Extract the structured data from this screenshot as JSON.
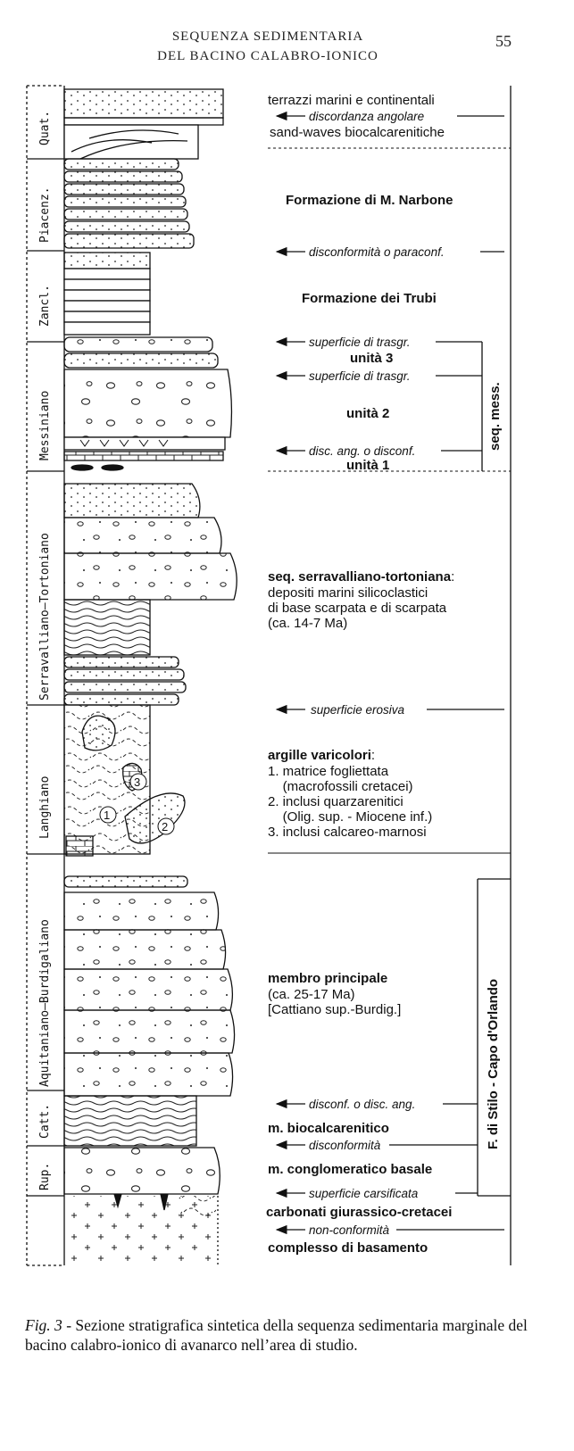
{
  "header": {
    "title_line1": "SEQUENZA SEDIMENTARIA",
    "title_line2": "DEL BACINO CALABRO-IONICO",
    "page_number": "55"
  },
  "stages": [
    "Quat.",
    "Piacenz.",
    "Zancl.",
    "Messiniano",
    "Serravalliano–Tortoniano",
    "Langhiano",
    "Aquitaniano–Burdigaliano",
    "Catt.",
    "Rup."
  ],
  "annotations": {
    "terrazzi": "terrazzi marini e continentali",
    "discordanza_angolare": "discordanza angolare",
    "sand_waves": "sand-waves biocalcarenitiche",
    "narbone": "Formazione di M. Narbone",
    "disconformita_paraconf": "disconformità o paraconf.",
    "trubi": "Formazione dei Trubi",
    "sup_trasgr_1": "superficie di trasgr.",
    "unita3": "unità 3",
    "sup_trasgr_2": "superficie di trasgr.",
    "unita2": "unità 2",
    "disc_ang_disconf": "disc. ang. o disconf.",
    "unita1": "unità 1",
    "seq_serr_title": "seq. serravalliano-tortoniana",
    "seq_serr_colon": ":",
    "seq_serr_body": "depositi marini silicoclastici\ndi base scarpata e di scarpata\n(ca. 14-7 Ma)",
    "sup_erosiva": "superficie erosiva",
    "argille_title": "argille varicolori",
    "argille_colon": ":",
    "argille_body": "1. matrice fogliettata\n    (macrofossili cretacei)\n2. inclusi quarzarenitici\n    (Olig. sup. - Miocene inf.)\n3. inclusi calcareo-marnosi",
    "membro_title": "membro principale",
    "membro_body": "(ca. 25-17 Ma)\n[Cattiano sup.-Burdig.]",
    "disconf_disc_ang": "disconf. o disc. ang.",
    "m_biocalc": "m. biocalcarenitico",
    "disconformita": "disconformità",
    "m_conglom": "m. conglomeratico basale",
    "sup_carsificata": "superficie carsificata",
    "carbonati": "carbonati giurassico-cretacei",
    "non_conformita": "non-conformità",
    "basamento": "complesso di basamento"
  },
  "brackets": {
    "seq_mess": "seq. mess.",
    "stilo": "F. di Stilo - Capo d'Orlando"
  },
  "inclusion_labels": [
    "1",
    "2",
    "3"
  ],
  "caption": {
    "fig_label": "Fig. 3",
    "text": " - Sezione stratigrafica sintetica della sequenza sedimentaria marginale del bacino calabro-ionico di avanarco nell’area di studio."
  }
}
